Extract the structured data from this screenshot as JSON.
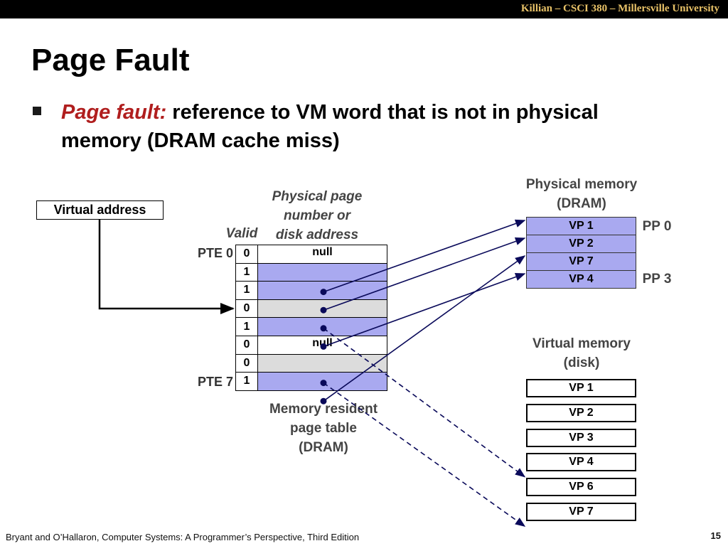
{
  "header": {
    "course": "Killian – CSCI 380 – Millersville University"
  },
  "title": "Page Fault",
  "bullet": {
    "term": "Page fault:",
    "text": " reference to VM word that is not in physical memory (DRAM cache miss)"
  },
  "virtual_address_label": "Virtual address",
  "page_table": {
    "col_valid": "Valid",
    "col_address": [
      "Physical page",
      "number or",
      "disk address"
    ],
    "first_label": "PTE 0",
    "last_label": "PTE 7",
    "caption": [
      "Memory resident",
      "page table",
      "(DRAM)"
    ],
    "rows": [
      {
        "valid": "0",
        "address": "null"
      },
      {
        "valid": "1",
        "address": ""
      },
      {
        "valid": "1",
        "address": ""
      },
      {
        "valid": "0",
        "address": ""
      },
      {
        "valid": "1",
        "address": ""
      },
      {
        "valid": "0",
        "address": "null"
      },
      {
        "valid": "0",
        "address": ""
      },
      {
        "valid": "1",
        "address": ""
      }
    ]
  },
  "physical_memory": {
    "title": [
      "Physical memory",
      "(DRAM)"
    ],
    "pages": [
      "VP 1",
      "VP 2",
      "VP 7",
      "VP 4"
    ],
    "label_first": "PP 0",
    "label_last": "PP 3"
  },
  "virtual_memory": {
    "title": [
      "Virtual memory",
      "(disk)"
    ],
    "pages": [
      "VP 1",
      "VP 2",
      "VP 3",
      "VP 4",
      "VP 6",
      "VP 7"
    ]
  },
  "colors": {
    "resident_fill": "#a9a9f0",
    "disk_fill": "#dcdcdc",
    "pointer": "#0a0a5a",
    "term": "#b01e1e"
  },
  "footer": {
    "citation": "Bryant and O’Hallaron, Computer Systems: A Programmer’s Perspective, Third Edition",
    "page": "15"
  }
}
